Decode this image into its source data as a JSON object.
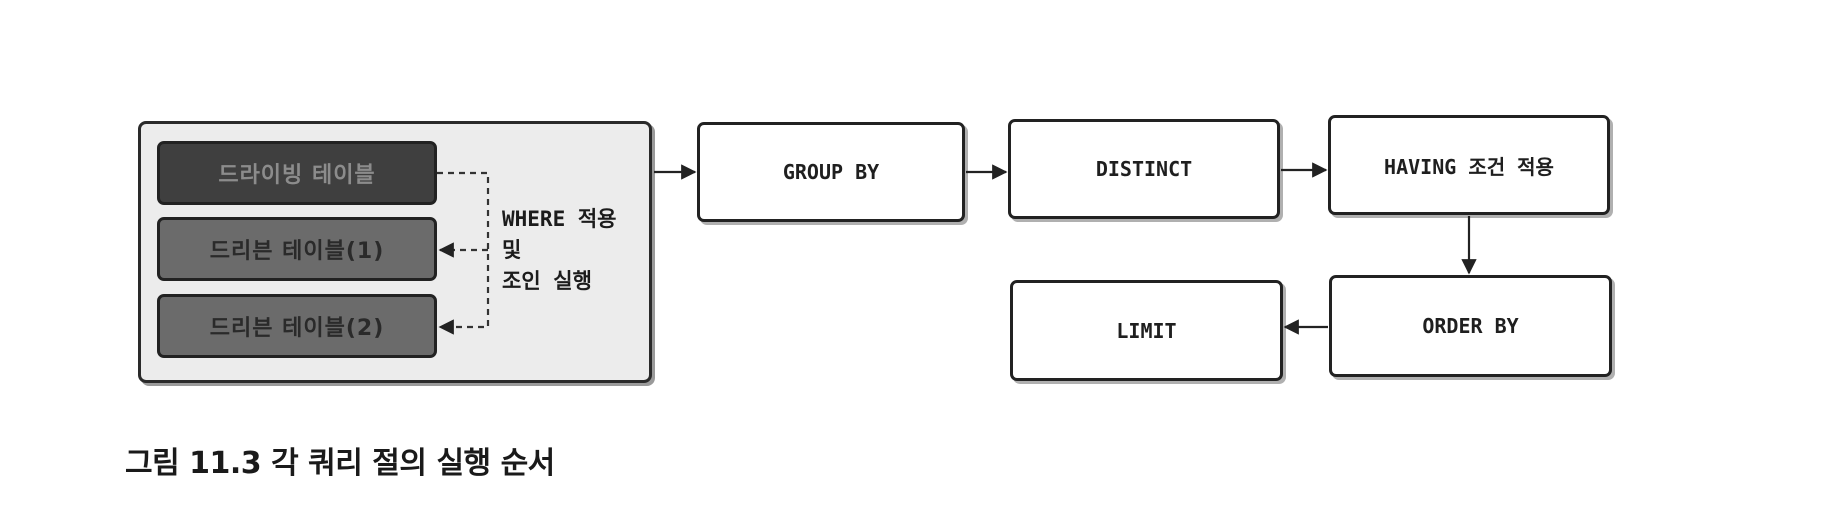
{
  "diagram": {
    "group": {
      "tables": {
        "driving": "드라이빙 테이블",
        "driven1": "드리븐 테이블(1)",
        "driven2": "드리븐 테이블(2)"
      },
      "where_label": [
        "WHERE 적용",
        "및",
        "조인 실행"
      ]
    },
    "steps": {
      "group_by": "GROUP BY",
      "distinct": "DISTINCT",
      "having": "HAVING 조건 적용",
      "order_by": "ORDER BY",
      "limit": "LIMIT"
    }
  },
  "caption": "그림 11.3 각 쿼리 절의 실행 순서"
}
